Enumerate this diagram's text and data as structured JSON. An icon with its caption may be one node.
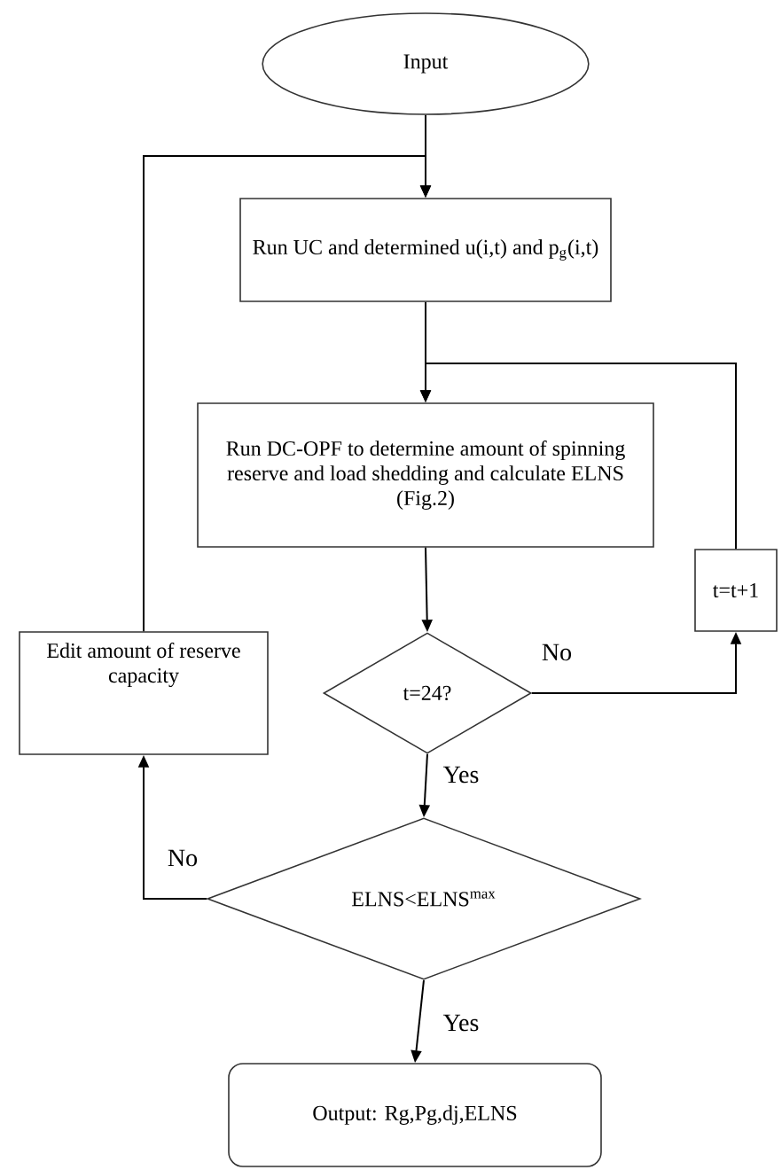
{
  "diagram": {
    "nodes": [
      {
        "text": [
          "Input"
        ]
      },
      {
        "text": [
          "Run UC and determined u(i,t) and p$_{g}$(i,t)"
        ]
      },
      {
        "text": [
          "Run DC-OPF to determine amount of spinning reserve and load shedding and calculate ELNS (Fig.2)"
        ]
      },
      {
        "text": [
          "t=t+1"
        ]
      },
      {
        "text": [
          "t=24?"
        ]
      },
      {
        "text": [
          "Edit amount of reserve capacity"
        ]
      },
      {
        "text": [
          "ELNS<ELNS$^{max}$"
        ]
      },
      {
        "text": [
          "Output: Rg,Pg,dj,ELNS"
        ]
      }
    ],
    "edges": [
      {
        "from": 0,
        "to": 1,
        "arrow": "to"
      },
      {
        "from": 1,
        "to": 2,
        "arrow": "to"
      },
      {
        "from": 2,
        "to": 4,
        "arrow": "to"
      },
      {
        "from": 4,
        "to": 3,
        "arrow": "to",
        "label": "No"
      },
      {
        "from": 3,
        "to": 2,
        "arrow": "to"
      },
      {
        "from": 4,
        "to": 6,
        "arrow": "to",
        "label": "Yes"
      },
      {
        "from": 6,
        "to": 5,
        "arrow": "to",
        "label": "No"
      },
      {
        "from": 5,
        "to": 1,
        "arrow": "to"
      },
      {
        "from": 6,
        "to": 7,
        "arrow": "to",
        "label": "Yes"
      }
    ]
  }
}
